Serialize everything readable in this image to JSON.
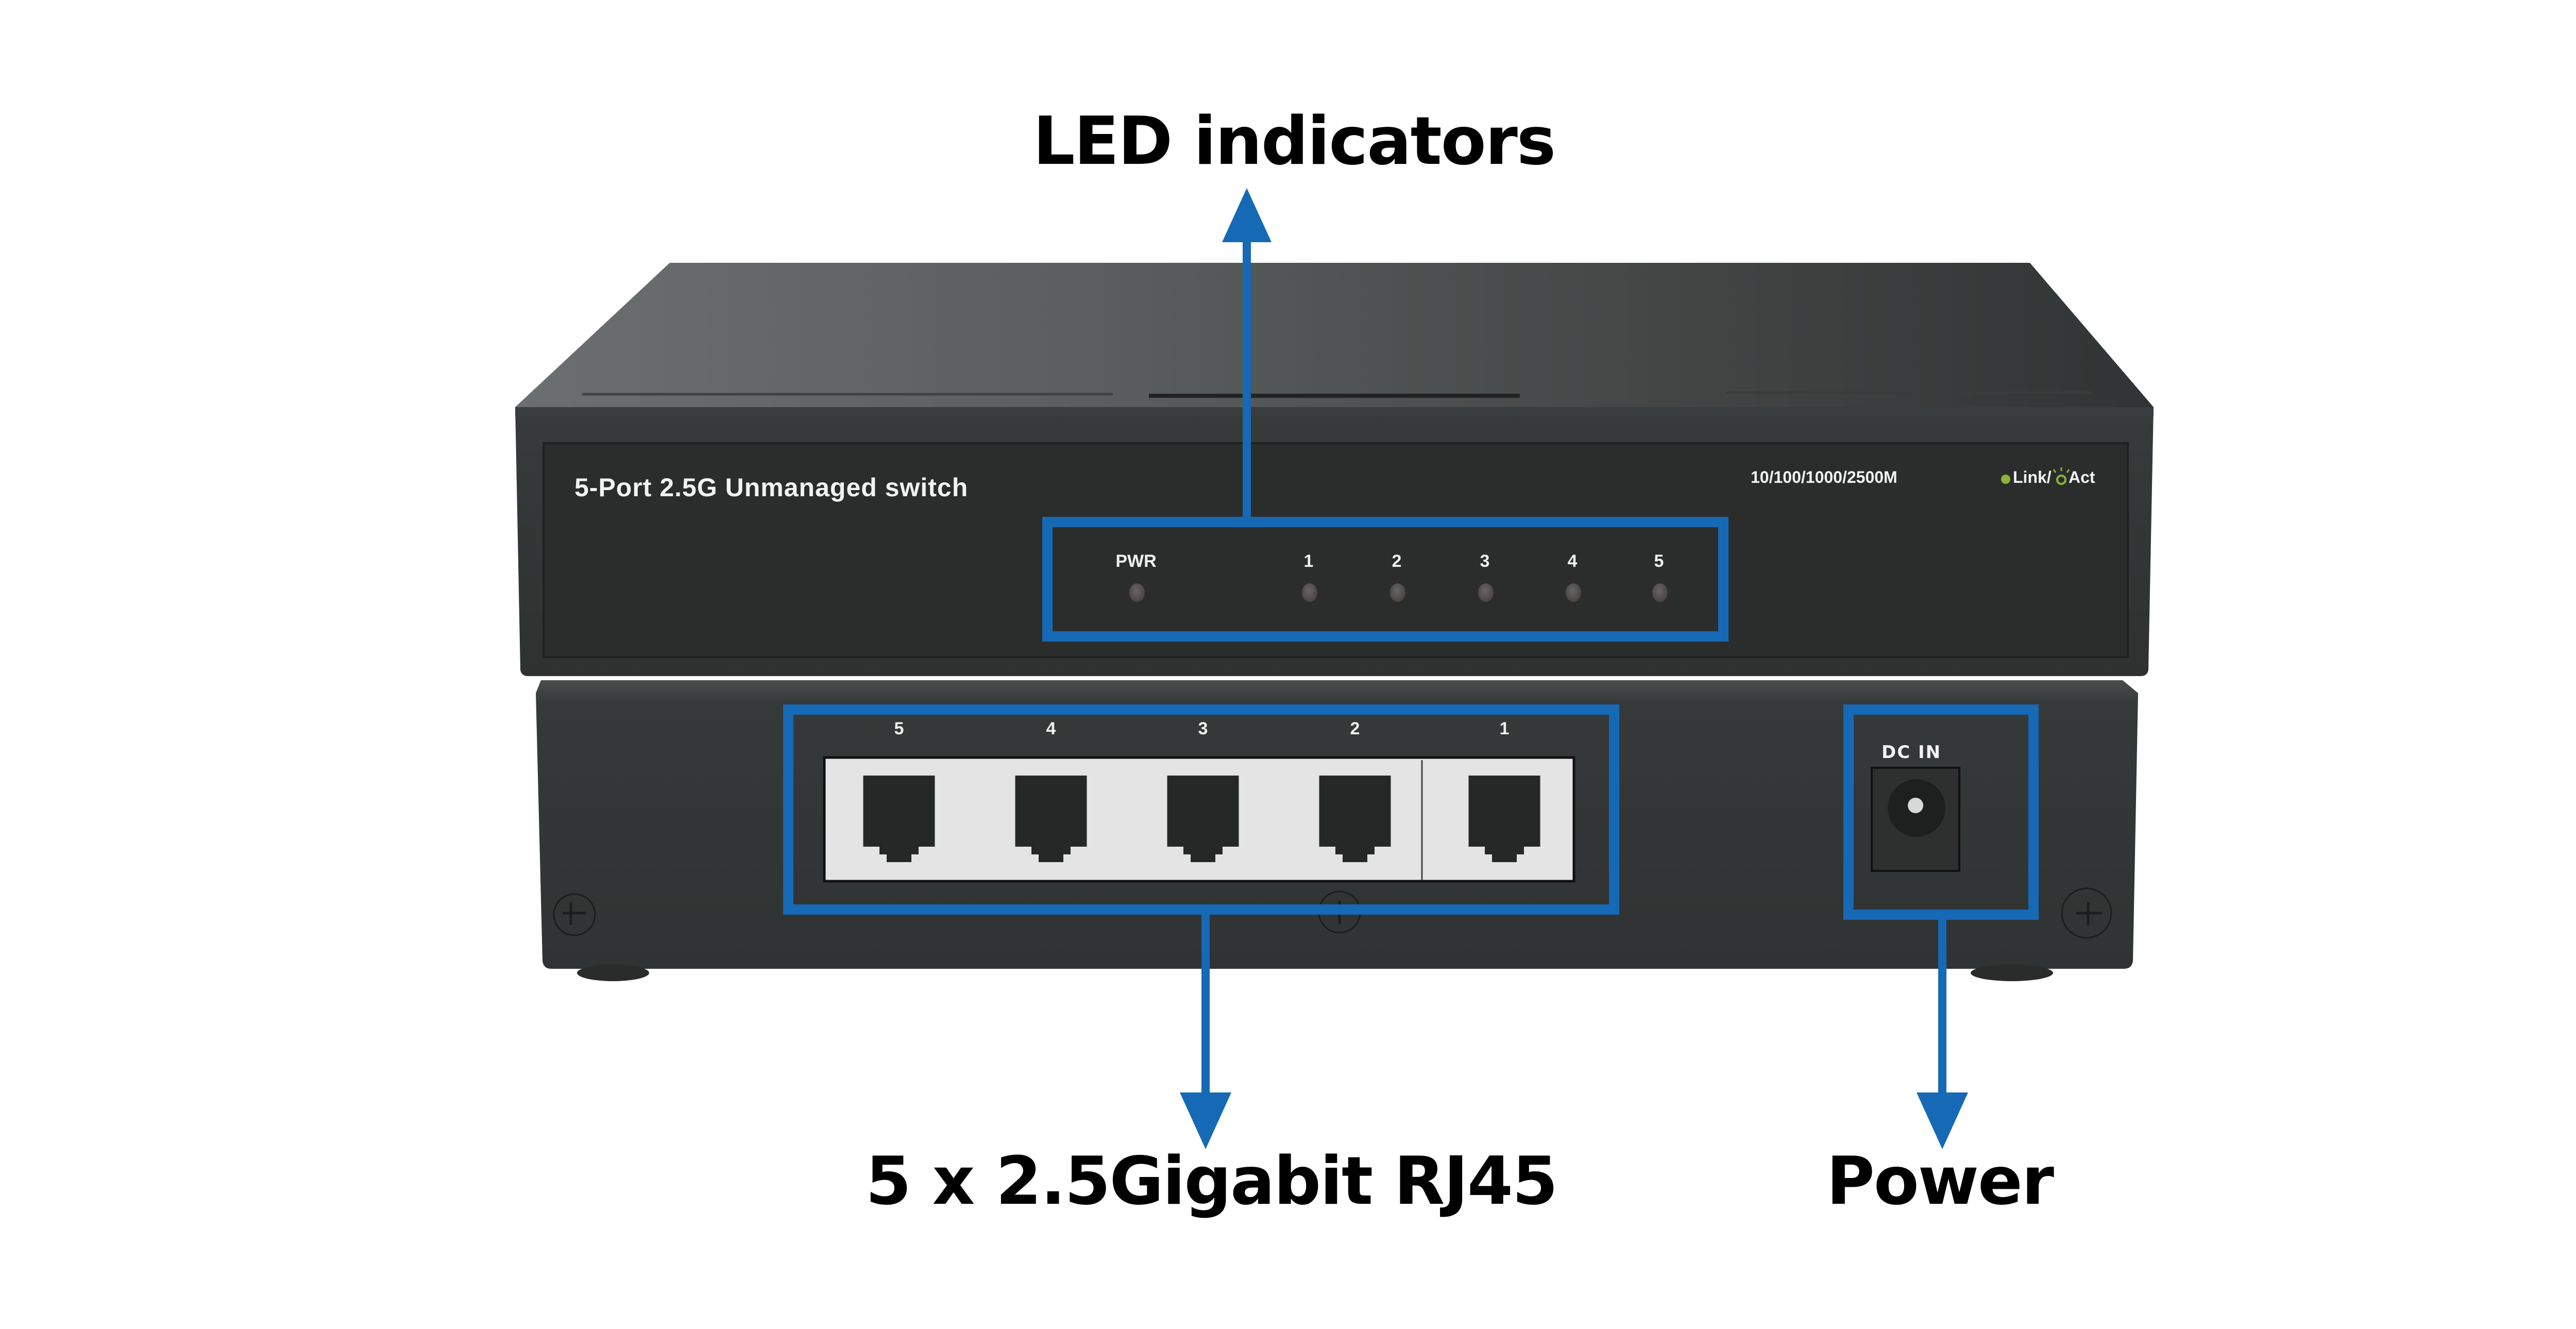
{
  "callouts": {
    "led_indicators": "LED indicators",
    "rj45_ports": "5 x 2.5Gigabit RJ45",
    "power": "Power"
  },
  "device": {
    "model_label": "5-Port 2.5G Unmanaged switch",
    "speed_legend": "10/100/1000/2500M",
    "link_label": "Link/",
    "act_label": "Act",
    "led_labels": [
      "PWR",
      "1",
      "2",
      "3",
      "4",
      "5"
    ],
    "port_labels": [
      "5",
      "4",
      "3",
      "2",
      "1"
    ],
    "dc_label": "DC IN"
  },
  "colors": {
    "callout_blue": "#1569b5",
    "chassis_dark": "#2e3030",
    "legend_green": "#8db33a",
    "port_strip": "#e4e4e4"
  },
  "icons": {
    "link_dot": "green-dot-icon",
    "act_blink": "blinking-led-icon",
    "screw": "phillips-screw-icon"
  }
}
